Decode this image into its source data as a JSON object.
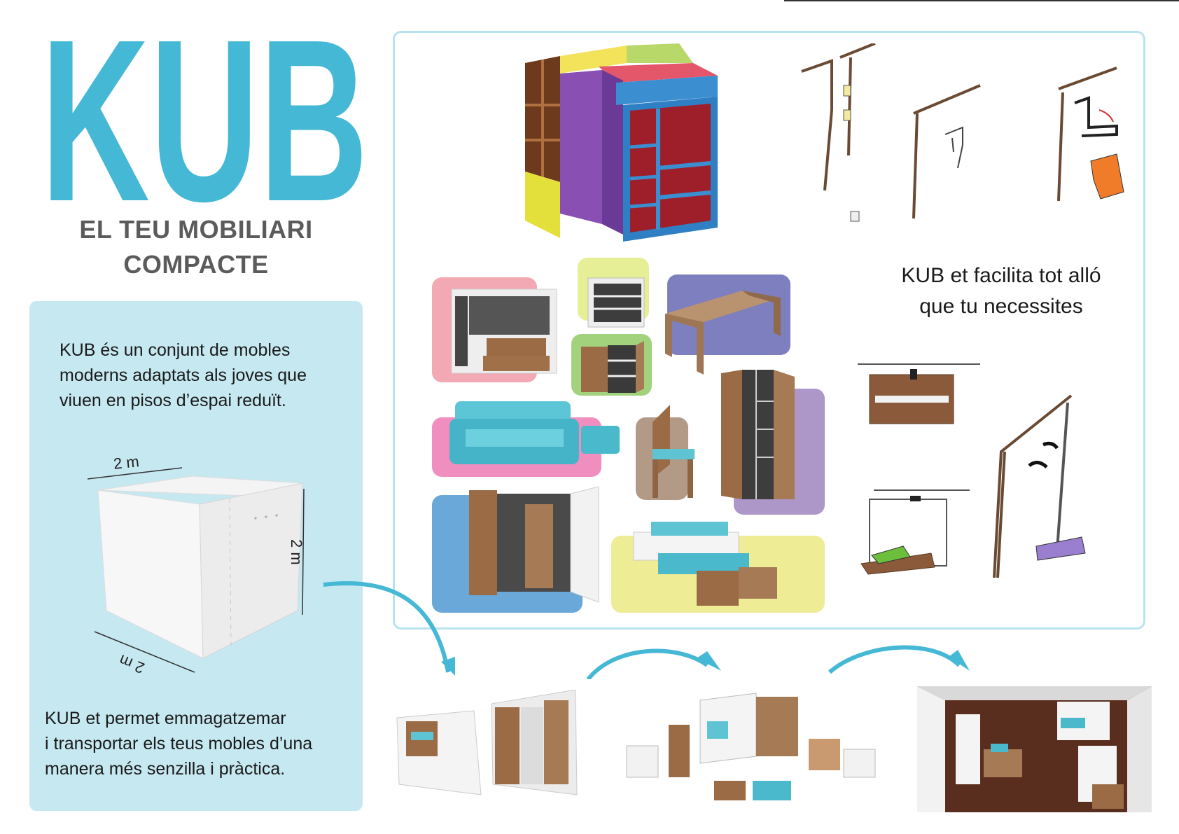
{
  "brand": {
    "logo_text": "KUB",
    "subtitle_line1": "EL TEU MOBILIARI",
    "subtitle_line2": "COMPACTE",
    "logo_color": "#45b8d6"
  },
  "intro": {
    "line1": "KUB és un conjunt de mobles",
    "line2": "moderns adaptats als joves que",
    "line3": "viuen en pisos d’espai reduït."
  },
  "cube_dimensions": {
    "top": "2 m",
    "right": "2 m",
    "bottom": "2 m"
  },
  "transport": {
    "line1": "KUB et permet emmagatzemar",
    "line2": "i transportar els teus mobles d’una",
    "line3": "manera més senzilla i pràctica."
  },
  "tagline": {
    "line1": "KUB et facilita tot alló",
    "line2": "que tu necessites"
  },
  "colors": {
    "panel_bg": "#c6e8f1",
    "frame_border": "#b9e2ef",
    "arrow": "#45b8d6",
    "wood": "#8a5a3a"
  }
}
